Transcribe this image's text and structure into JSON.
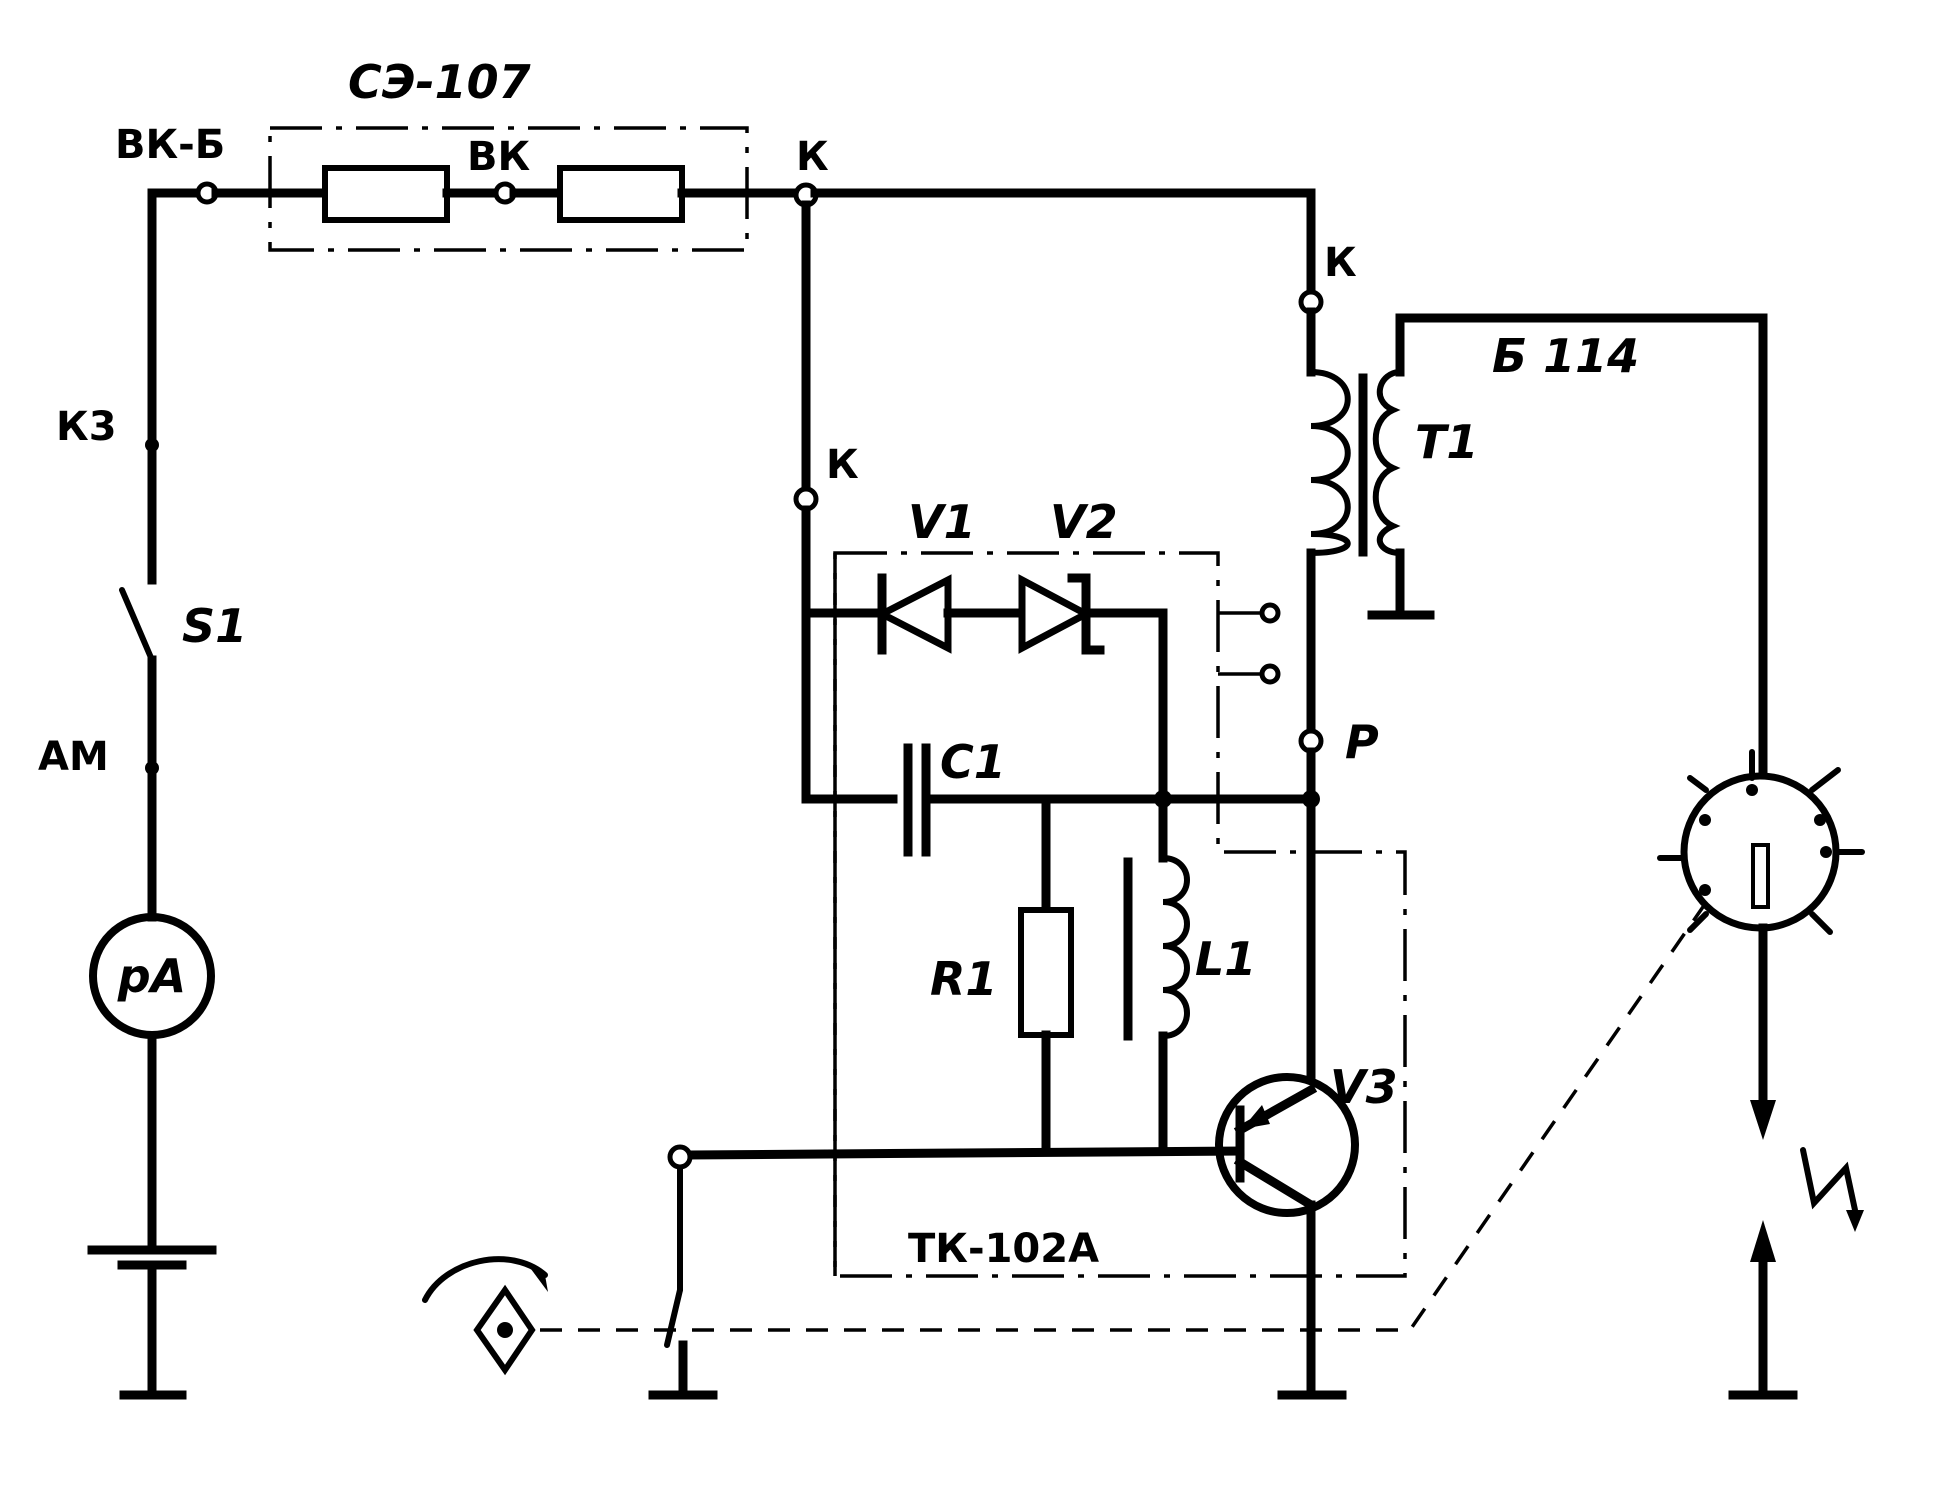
{
  "labels": {
    "se107": "СЭ-107",
    "vk_b": "ВК-Б",
    "vk": "ВК",
    "k_top": "К",
    "k_right": "К",
    "k_mid": "К",
    "k3": "К3",
    "s1": "S1",
    "am": "АМ",
    "pa": "pA",
    "b114": "Б 114",
    "t1": "T1",
    "v1": "V1",
    "v2": "V2",
    "c1": "C1",
    "p": "Р",
    "r1": "R1",
    "l1": "L1",
    "v3": "V3",
    "tk102a": "ТК-102А"
  }
}
